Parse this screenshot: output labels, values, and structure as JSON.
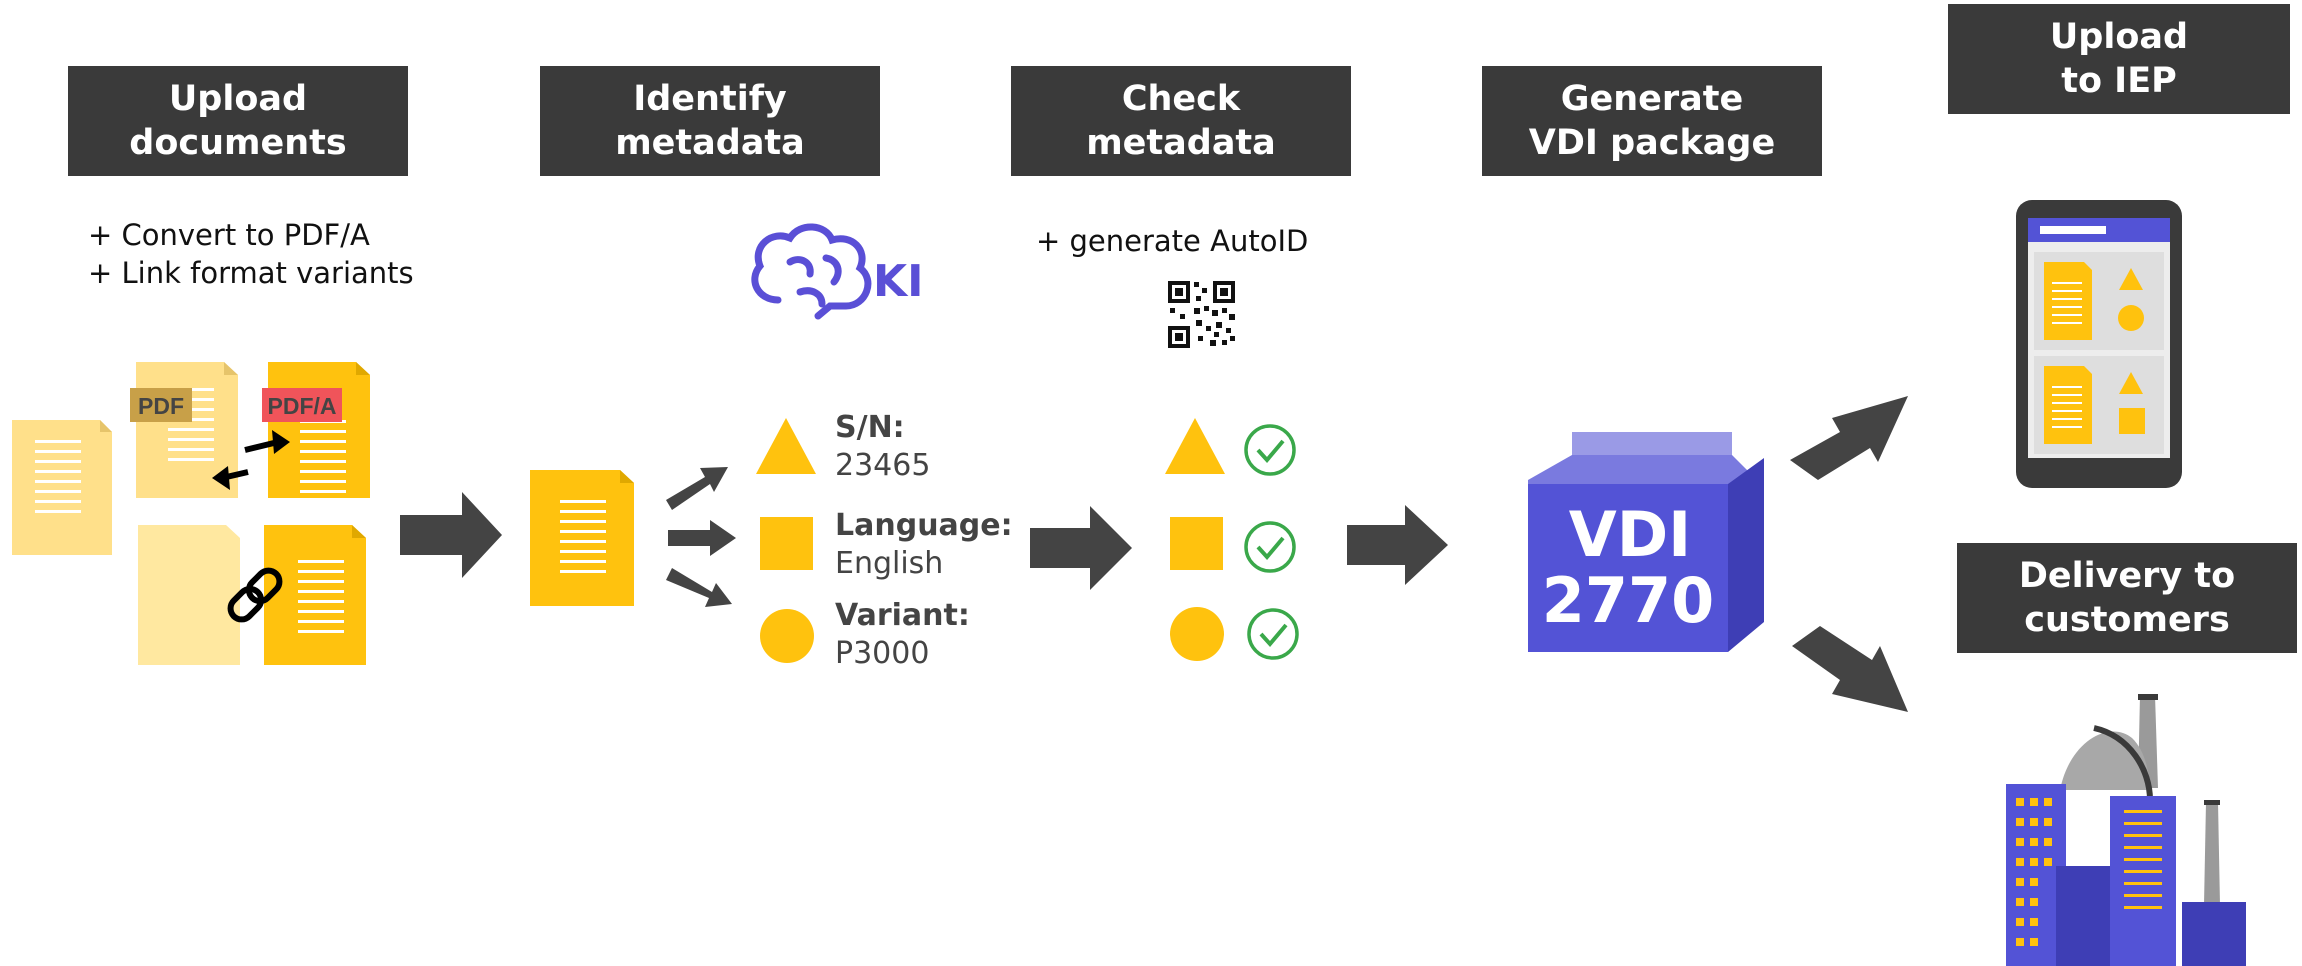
{
  "steps": [
    {
      "id": "upload-documents",
      "lines": [
        "Upload",
        "documents"
      ]
    },
    {
      "id": "identify-metadata",
      "lines": [
        "Identify",
        "metadata"
      ]
    },
    {
      "id": "check-metadata",
      "lines": [
        "Check",
        "metadata"
      ]
    },
    {
      "id": "generate-vdi-package",
      "lines": [
        "Generate",
        "VDI package"
      ]
    },
    {
      "id": "upload-to-iep",
      "lines": [
        "Upload",
        "to IEP"
      ]
    },
    {
      "id": "delivery-to-customers",
      "lines": [
        "Delivery to",
        "customers"
      ]
    }
  ],
  "notes": {
    "convert": "+ Convert to PDF/A",
    "link": "+ Link format variants",
    "autoid": "+ generate AutoID"
  },
  "ki_label": "KI",
  "doc_labels": {
    "pdf": "PDF",
    "pdfa": "PDF/A"
  },
  "metadata": [
    {
      "key": "S/N:",
      "value": "23465",
      "shape": "triangle"
    },
    {
      "key": "Language:",
      "value": "English",
      "shape": "square"
    },
    {
      "key": "Variant:",
      "value": "P3000",
      "shape": "circle"
    }
  ],
  "vdi_box": {
    "line1": "VDI",
    "line2": "2770"
  },
  "colors": {
    "header_bg": "#3a3a3a",
    "header_text": "#ffffff",
    "doc_yellow": "#ffc20e",
    "doc_light": "#ffe08a",
    "arrow": "#444444",
    "vdi_blue": "#5353d6",
    "vdi_blue_dark": "#3e3eb5",
    "check_green": "#3aa84a",
    "ki_purple": "#5a4fd6",
    "pdf_tag": "#c8a048",
    "pdfa_tag": "#f0545a"
  },
  "icons": [
    "brain-icon",
    "qr-code-icon",
    "link-icon",
    "swap-arrows-icon",
    "checkmark-icon",
    "tablet-icon",
    "factory-icon"
  ]
}
